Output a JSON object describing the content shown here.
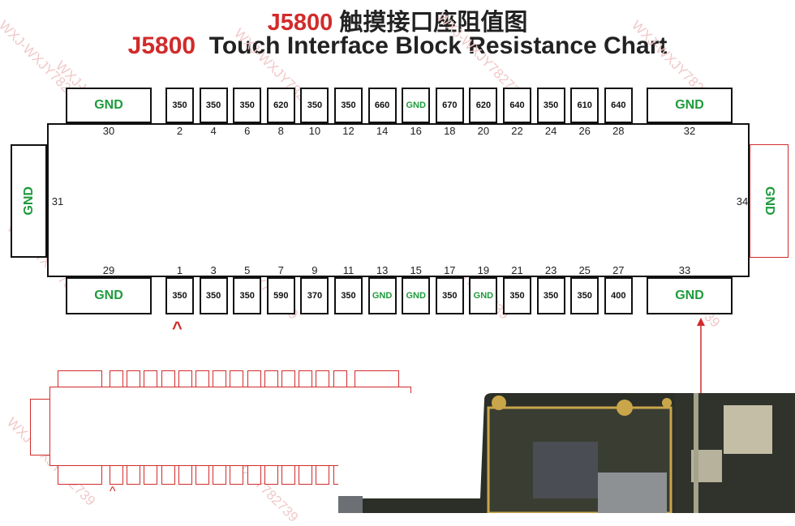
{
  "title": {
    "part_cn": "J5800",
    "text_cn": "触摸接口座阻值图",
    "part_en": "J5800",
    "text_en": "Touch Interface Block Resistance Chart"
  },
  "watermark": "WXJ-WXJY782739",
  "connector": {
    "top_left_gnd": {
      "label": "GND",
      "pin": "30"
    },
    "top_right_gnd": {
      "label": "GND",
      "pin": "32"
    },
    "bottom_left_gnd": {
      "label": "GND",
      "pin": "29"
    },
    "bottom_right_gnd": {
      "label": "GND",
      "pin": "33"
    },
    "left_gnd": {
      "label": "GND",
      "pin": "31"
    },
    "right_gnd": {
      "label": "GND",
      "pin": "34"
    },
    "top_pins": [
      {
        "pin": "2",
        "value": "350"
      },
      {
        "pin": "4",
        "value": "350"
      },
      {
        "pin": "6",
        "value": "350"
      },
      {
        "pin": "8",
        "value": "620"
      },
      {
        "pin": "10",
        "value": "350"
      },
      {
        "pin": "12",
        "value": "350"
      },
      {
        "pin": "14",
        "value": "660"
      },
      {
        "pin": "16",
        "value": "GND"
      },
      {
        "pin": "18",
        "value": "670"
      },
      {
        "pin": "20",
        "value": "620"
      },
      {
        "pin": "22",
        "value": "640"
      },
      {
        "pin": "24",
        "value": "350"
      },
      {
        "pin": "26",
        "value": "610"
      },
      {
        "pin": "28",
        "value": "640"
      }
    ],
    "bottom_pins": [
      {
        "pin": "1",
        "value": "350"
      },
      {
        "pin": "3",
        "value": "350"
      },
      {
        "pin": "5",
        "value": "350"
      },
      {
        "pin": "7",
        "value": "590"
      },
      {
        "pin": "9",
        "value": "370"
      },
      {
        "pin": "11",
        "value": "350"
      },
      {
        "pin": "13",
        "value": "GND"
      },
      {
        "pin": "15",
        "value": "GND"
      },
      {
        "pin": "17",
        "value": "350"
      },
      {
        "pin": "19",
        "value": "GND"
      },
      {
        "pin": "21",
        "value": "350"
      },
      {
        "pin": "23",
        "value": "350"
      },
      {
        "pin": "25",
        "value": "350"
      },
      {
        "pin": "27",
        "value": "400"
      }
    ],
    "pin1_marker": "^"
  },
  "colors": {
    "accent_red": "#d22b2b",
    "gnd_green": "#1e9b3c",
    "outline": "#111111"
  },
  "icons": [
    "pin1-caret-icon",
    "arrow-up-icon",
    "board-photo"
  ]
}
